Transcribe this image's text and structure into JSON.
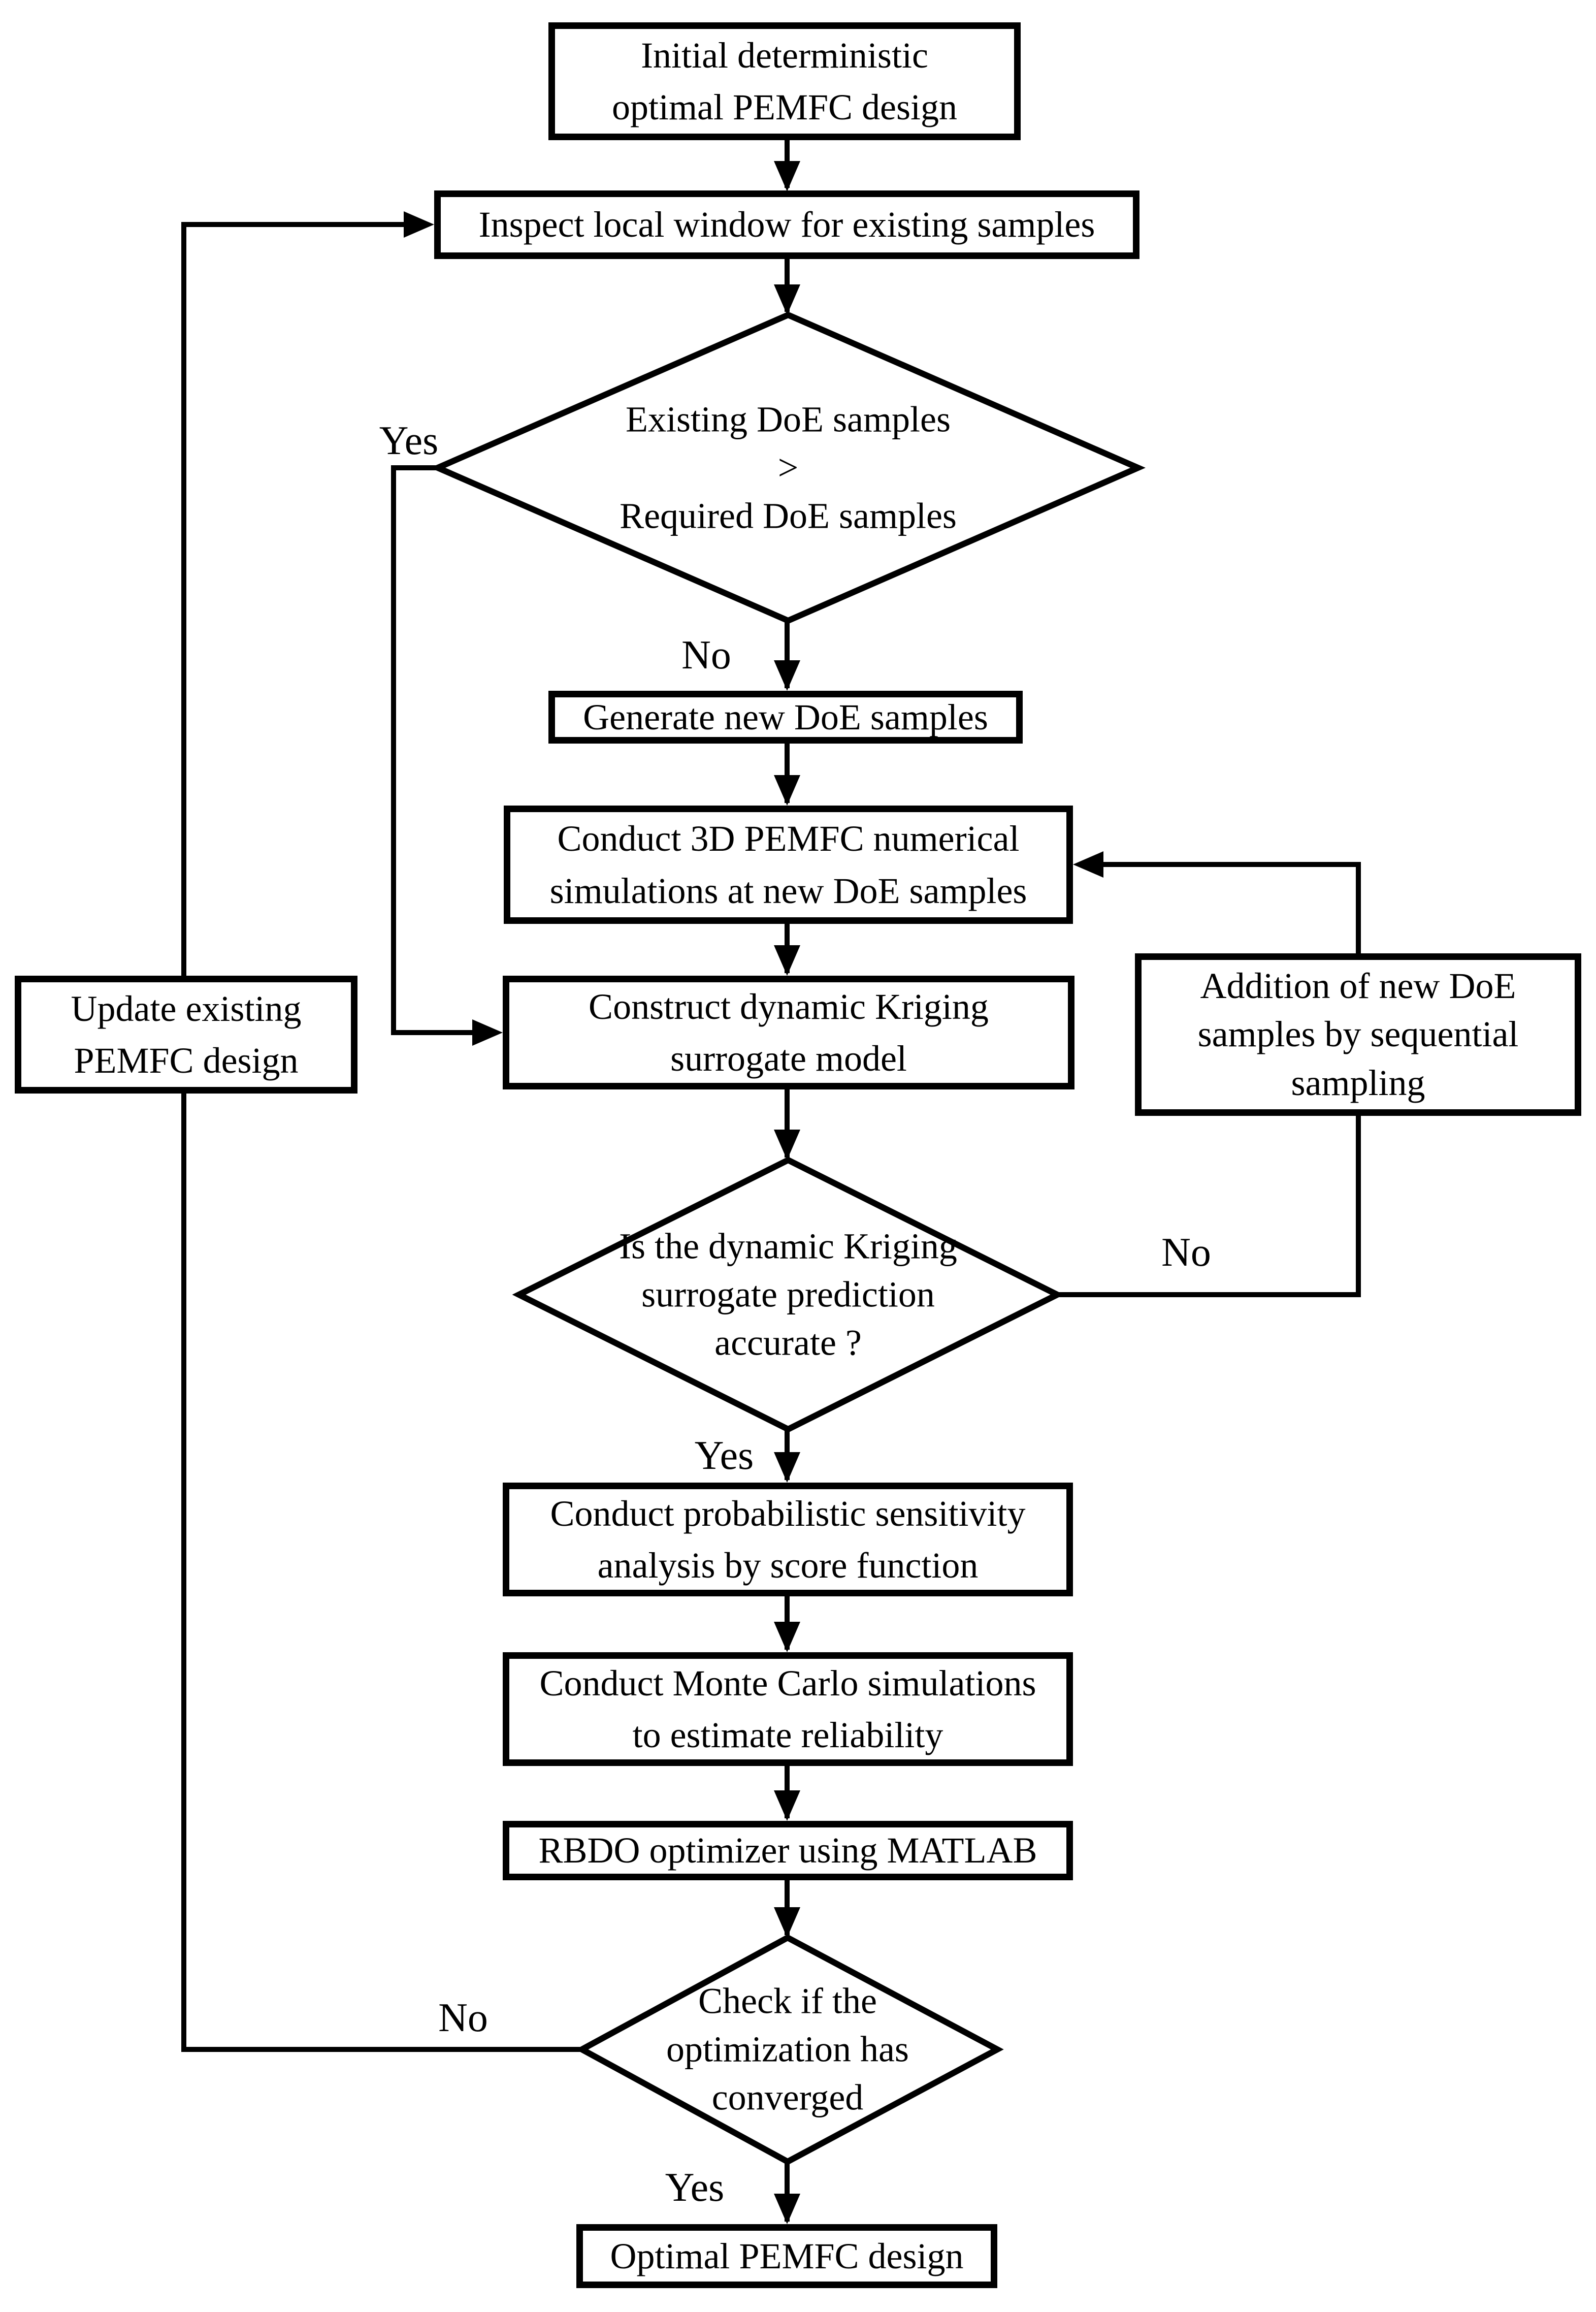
{
  "diagram_title": "PEMFC reliability-based design optimization flowchart",
  "colors": {
    "line": "#000000",
    "text": "#000000",
    "background": "#ffffff"
  },
  "nodes": {
    "initial": {
      "text": "Initial deterministic\noptimal PEMFC design",
      "shape": "process"
    },
    "inspect": {
      "text": "Inspect local window for existing samples",
      "shape": "process"
    },
    "decision_doe": {
      "text": "Existing DoE samples\n>\nRequired DoE samples",
      "shape": "decision"
    },
    "generate": {
      "text": "Generate new DoE samples",
      "shape": "process"
    },
    "conduct3d": {
      "text": "Conduct 3D PEMFC numerical\nsimulations at new DoE samples",
      "shape": "process"
    },
    "addition": {
      "text": "Addition of new DoE\nsamples by sequential\nsampling",
      "shape": "process"
    },
    "construct": {
      "text": "Construct dynamic Kriging\nsurrogate model",
      "shape": "process"
    },
    "update": {
      "text": "Update existing\nPEMFC design",
      "shape": "process"
    },
    "decision_accurate": {
      "text": "Is the dynamic Kriging\nsurrogate prediction\naccurate ?",
      "shape": "decision"
    },
    "probabilistic": {
      "text": "Conduct probabilistic sensitivity\nanalysis by score function",
      "shape": "process"
    },
    "montecarlo": {
      "text": "Conduct Monte Carlo simulations\nto estimate reliability",
      "shape": "process"
    },
    "rbdo": {
      "text": "RBDO optimizer using MATLAB",
      "shape": "process"
    },
    "decision_converged": {
      "text": "Check if the\noptimization has\nconverged",
      "shape": "decision"
    },
    "optimal": {
      "text": "Optimal PEMFC design",
      "shape": "process"
    }
  },
  "labels": {
    "yes_doe": "Yes",
    "no_doe": "No",
    "no_accurate": "No",
    "yes_accurate": "Yes",
    "no_converged": "No",
    "yes_converged": "Yes"
  }
}
